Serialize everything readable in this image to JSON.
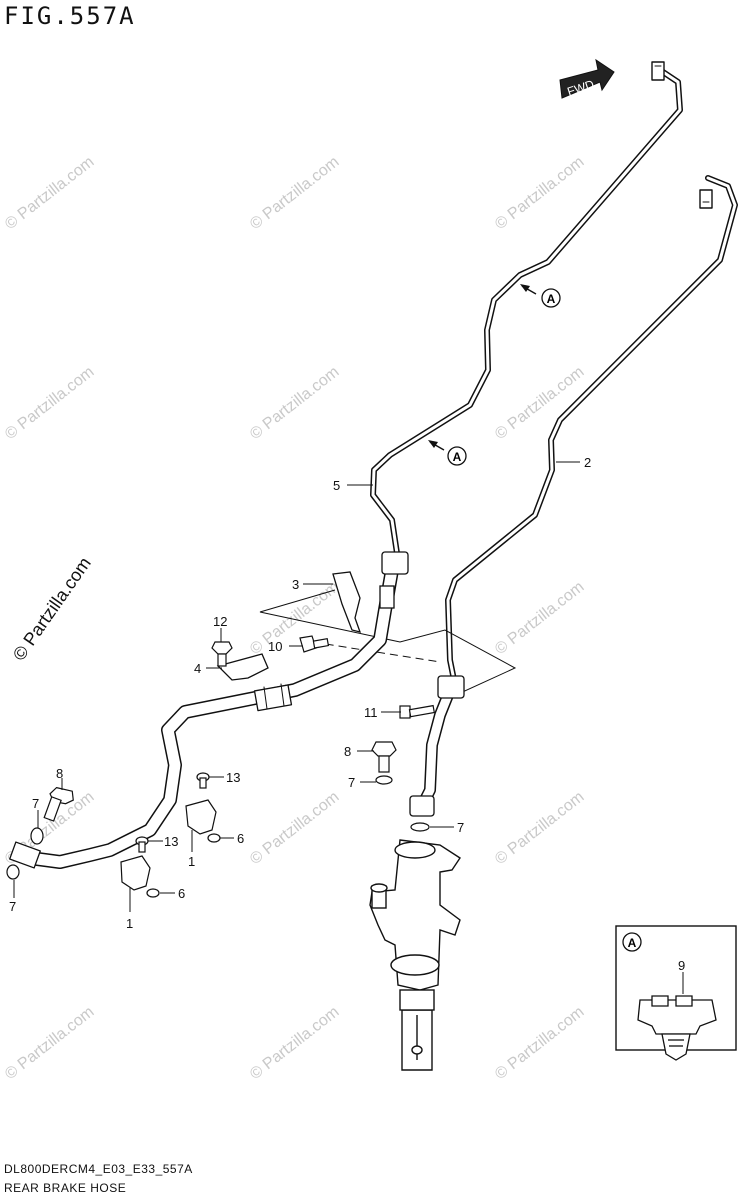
{
  "figure": {
    "title": "FIG.557A",
    "code": "DL800DERCM4_E03_E33_557A",
    "name": "REAR BRAKE HOSE"
  },
  "direction_label": "FWD",
  "inset": {
    "marker": "A",
    "part_number": "9"
  },
  "detail_marker": "A",
  "watermark": "© Partzilla.com",
  "callouts": {
    "c1a": "1",
    "c1b": "1",
    "c2": "2",
    "c3": "3",
    "c4": "4",
    "c5": "5",
    "c6a": "6",
    "c6b": "6",
    "c7a": "7",
    "c7b": "7",
    "c7c": "7",
    "c7d": "7",
    "c8a": "8",
    "c8b": "8",
    "c9": "9",
    "c10": "10",
    "c11": "11",
    "c12": "12",
    "c13a": "13",
    "c13b": "13"
  },
  "colors": {
    "line": "#111111",
    "watermark": "#c9c9c9",
    "background": "#ffffff"
  }
}
